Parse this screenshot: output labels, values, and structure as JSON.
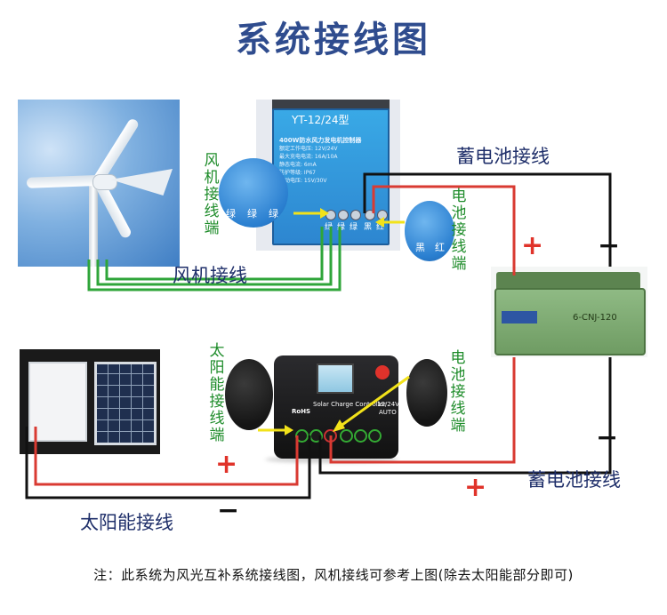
{
  "title": "系统接线图",
  "labels": {
    "battery_wiring_top": "蓄电池接线",
    "battery_wiring_bottom": "蓄电池接线",
    "wind_wiring": "风机接线",
    "solar_wiring": "太阳能接线"
  },
  "vertical_labels": {
    "wind_terminals": "风机接线端",
    "battery_terminals_top": "电池接线端",
    "solar_terminals": "太阳能接线端",
    "battery_terminals_bottom": "电池接线端"
  },
  "signs": {
    "plus": "+",
    "minus": "−"
  },
  "wind_controller": {
    "model": "YT-12/24型",
    "spec_lines": [
      "400W防水风力发电机控制器",
      "额定工作电压: 12V/24V",
      "最大充电电流: 16A/10A",
      "静态电流: 6mA",
      "防护等级: IP67",
      "制动电压: 15V/30V"
    ],
    "wind_bubble_terminals": [
      "绿",
      "绿",
      "绿"
    ],
    "battery_bubble_terminals": [
      "黑",
      "红"
    ],
    "terminal_labels": [
      "绿",
      "绿",
      "绿",
      "黑",
      "红"
    ]
  },
  "solar_controller": {
    "brand_text": "RoHS",
    "product_text": "Solar Charge Controller",
    "voltage_text": "12/24V",
    "mode_text": "AUTO"
  },
  "battery": {
    "model": "6-CNJ-120"
  },
  "note": "注：此系统为风光互补系统接线图，风机接线可参考上图(除去太阳能部分即可)",
  "colors": {
    "title": "#2f4c8e",
    "wire_green": "#2fa53a",
    "wire_red": "#d93a32",
    "wire_black": "#111111",
    "arrow": "#f2e21a",
    "label_green": "#1e8c2a"
  }
}
